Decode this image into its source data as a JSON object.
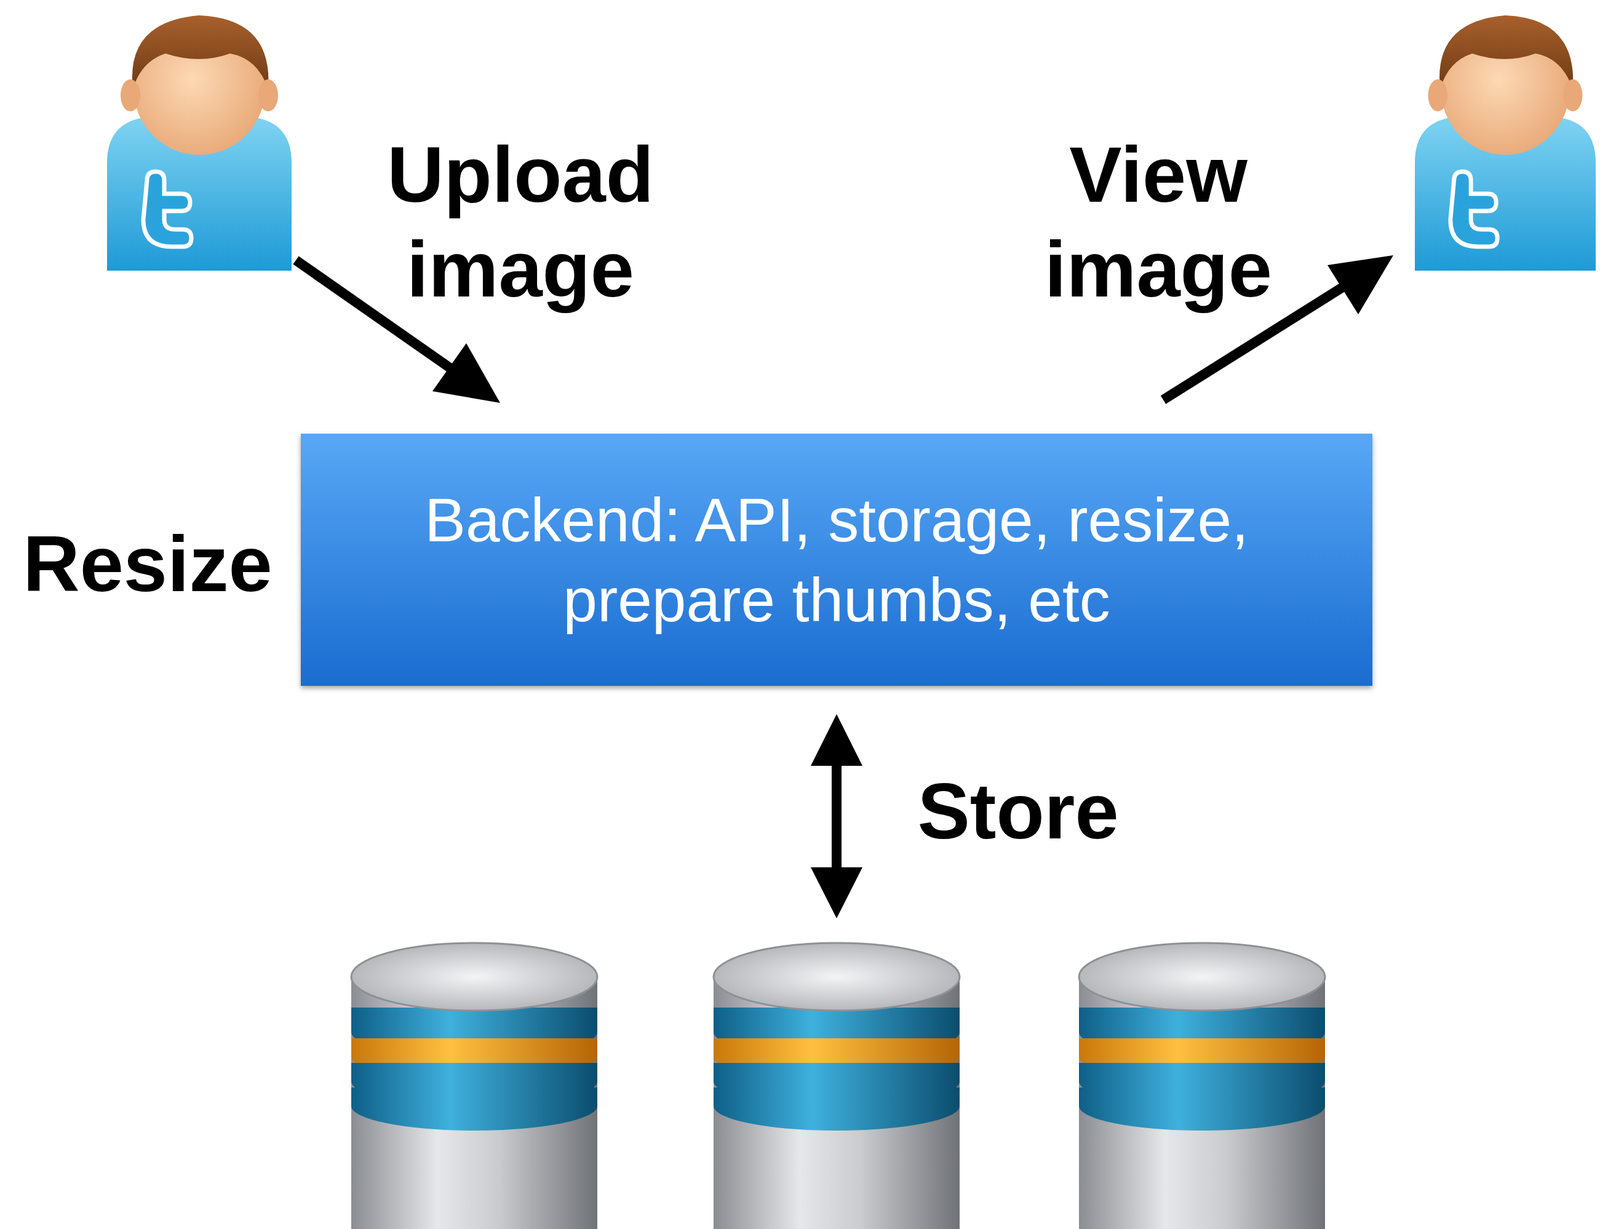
{
  "diagram": {
    "nodes": [
      {
        "text": [
          "Backend: API, storage, resize, prepare thumbs, etc"
        ]
      }
    ],
    "labels": [
      "Upload image",
      "View image",
      "Resize",
      "Store"
    ]
  }
}
